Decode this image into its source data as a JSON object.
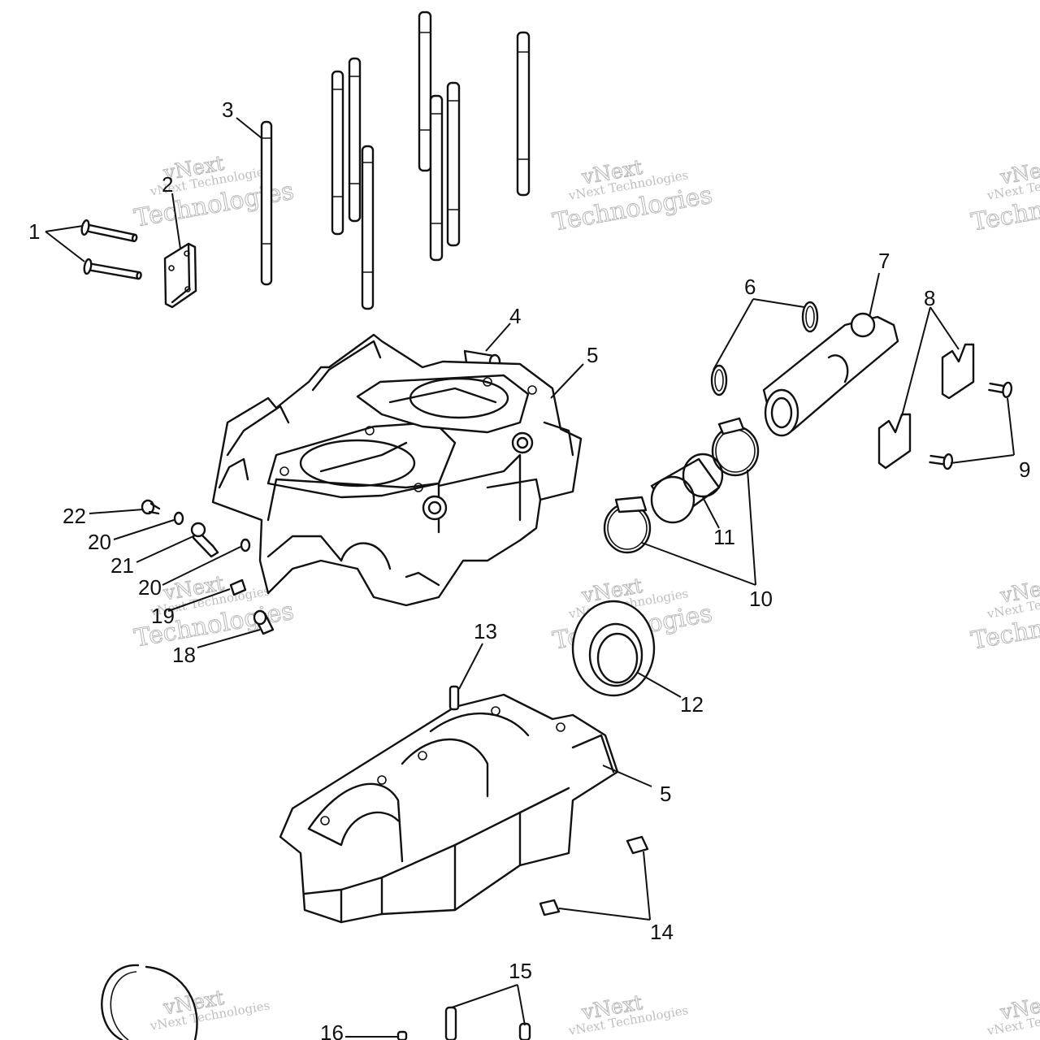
{
  "watermark": {
    "line_small": "vNext Technologies",
    "word_a": "vNext",
    "word_b": "Technologies"
  },
  "callouts": [
    "1",
    "2",
    "3",
    "4",
    "5",
    "6",
    "7",
    "8",
    "9",
    "10",
    "11",
    "12",
    "13",
    "14",
    "15",
    "16",
    "18",
    "19",
    "20",
    "21",
    "22"
  ],
  "parts": [
    {
      "id": "part-1",
      "callout": "1"
    },
    {
      "id": "part-2",
      "callout": "2"
    },
    {
      "id": "part-3",
      "callout": "3"
    },
    {
      "id": "part-4",
      "callout": "4"
    },
    {
      "id": "part-5",
      "callout": "5"
    },
    {
      "id": "part-6",
      "callout": "6"
    },
    {
      "id": "part-7",
      "callout": "7"
    },
    {
      "id": "part-8",
      "callout": "8"
    },
    {
      "id": "part-9",
      "callout": "9"
    },
    {
      "id": "part-10",
      "callout": "10"
    },
    {
      "id": "part-11",
      "callout": "11"
    },
    {
      "id": "part-12",
      "callout": "12"
    },
    {
      "id": "part-13",
      "callout": "13"
    },
    {
      "id": "part-14",
      "callout": "14"
    },
    {
      "id": "part-15",
      "callout": "15"
    },
    {
      "id": "part-16",
      "callout": "16"
    },
    {
      "id": "part-18",
      "callout": "18"
    },
    {
      "id": "part-19",
      "callout": "19"
    },
    {
      "id": "part-20",
      "callout": "20"
    },
    {
      "id": "part-21",
      "callout": "21"
    },
    {
      "id": "part-22",
      "callout": "22"
    }
  ]
}
